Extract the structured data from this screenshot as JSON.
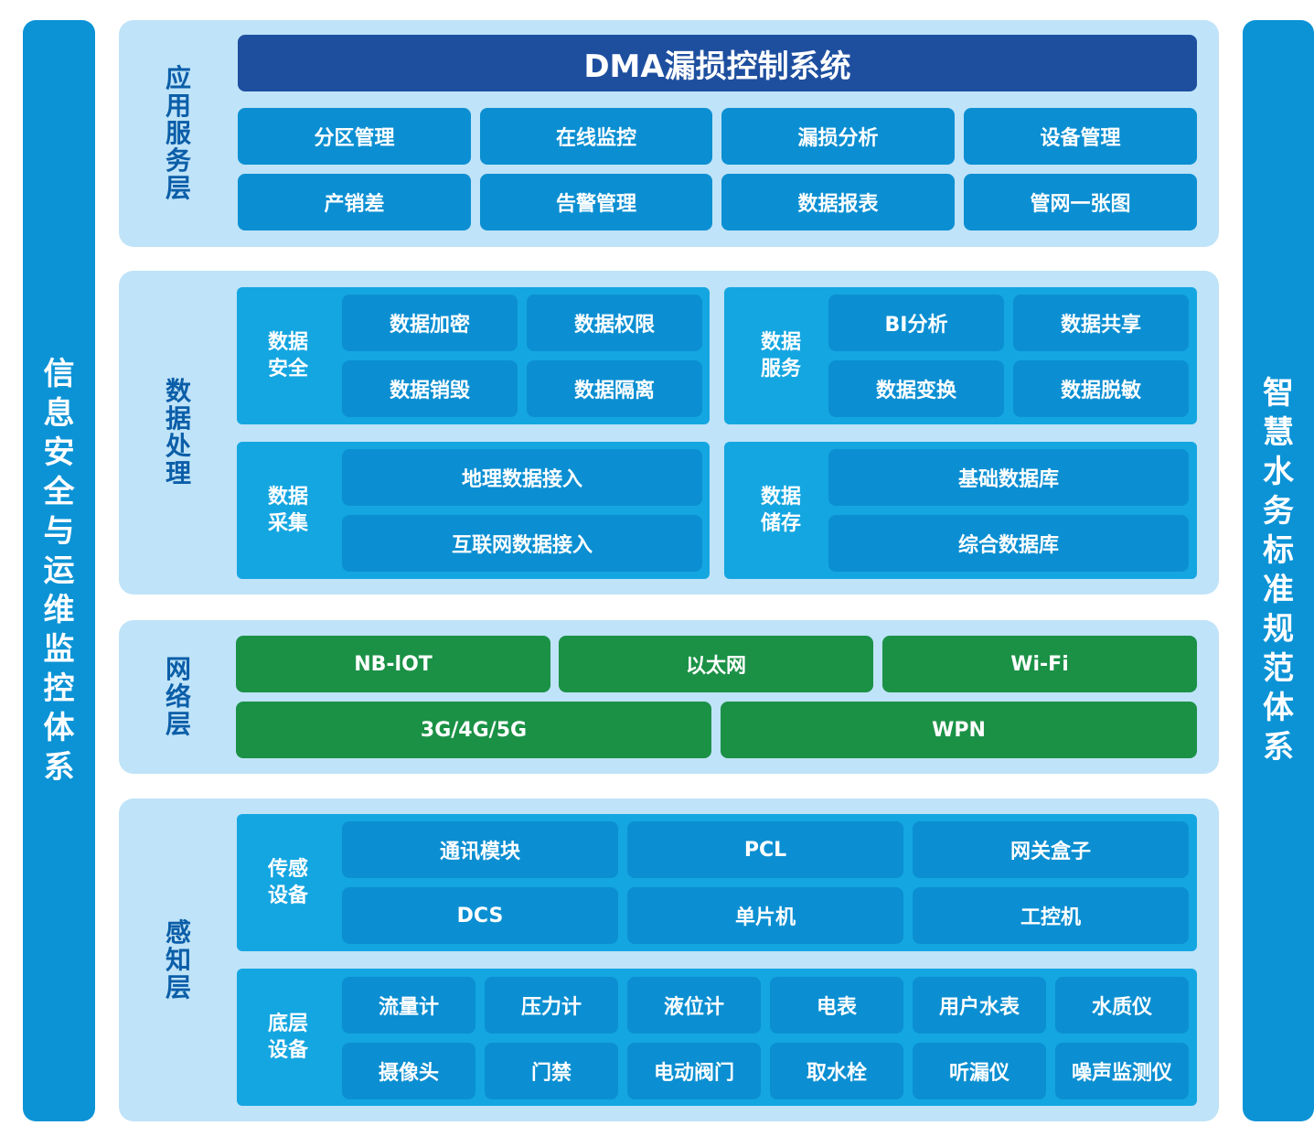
{
  "left_sidebar": "信息安全与运维监控体系",
  "right_sidebar": "智慧水务标准规范体系",
  "application_layer": {
    "label": "应用服务层",
    "title": "DMA漏损控制系统",
    "items": [
      "分区管理",
      "在线监控",
      "漏损分析",
      "设备管理",
      "产销差",
      "告警管理",
      "数据报表",
      "管网一张图"
    ]
  },
  "data_layer": {
    "label": "数据处理",
    "security": {
      "label": "数据安全",
      "items": [
        "数据加密",
        "数据权限",
        "数据销毁",
        "数据隔离"
      ]
    },
    "service": {
      "label": "数据服务",
      "items": [
        "BI分析",
        "数据共享",
        "数据变换",
        "数据脱敏"
      ]
    },
    "collection": {
      "label": "数据采集",
      "items": [
        "地理数据接入",
        "互联网数据接入"
      ]
    },
    "storage": {
      "label": "数据储存",
      "items": [
        "基础数据库",
        "综合数据库"
      ]
    }
  },
  "network_layer": {
    "label": "网络层",
    "items": [
      "NB-lOT",
      "以太网",
      "Wi-Fi",
      "3G/4G/5G",
      "WPN"
    ]
  },
  "perception_layer": {
    "label": "感知层",
    "sensor": {
      "label": "传感设备",
      "items": [
        "通讯模块",
        "PCL",
        "网关盒子",
        "DCS",
        "单片机",
        "工控机"
      ]
    },
    "base": {
      "label": "底层设备",
      "items": [
        "流量计",
        "压力计",
        "液位计",
        "电表",
        "用户水表",
        "水质仪",
        "摄像头",
        "门禁",
        "电动阀门",
        "取水栓",
        "听漏仪",
        "噪声监测仪"
      ]
    }
  },
  "colors": {
    "sidebar": "#0b93d6",
    "panel": "#bfe3f8",
    "title_bar": "#1e4f9f",
    "box": "#0b8fd2",
    "group": "#14a6e1",
    "network": "#1b9146",
    "layer_label": "#0b5ea8"
  }
}
